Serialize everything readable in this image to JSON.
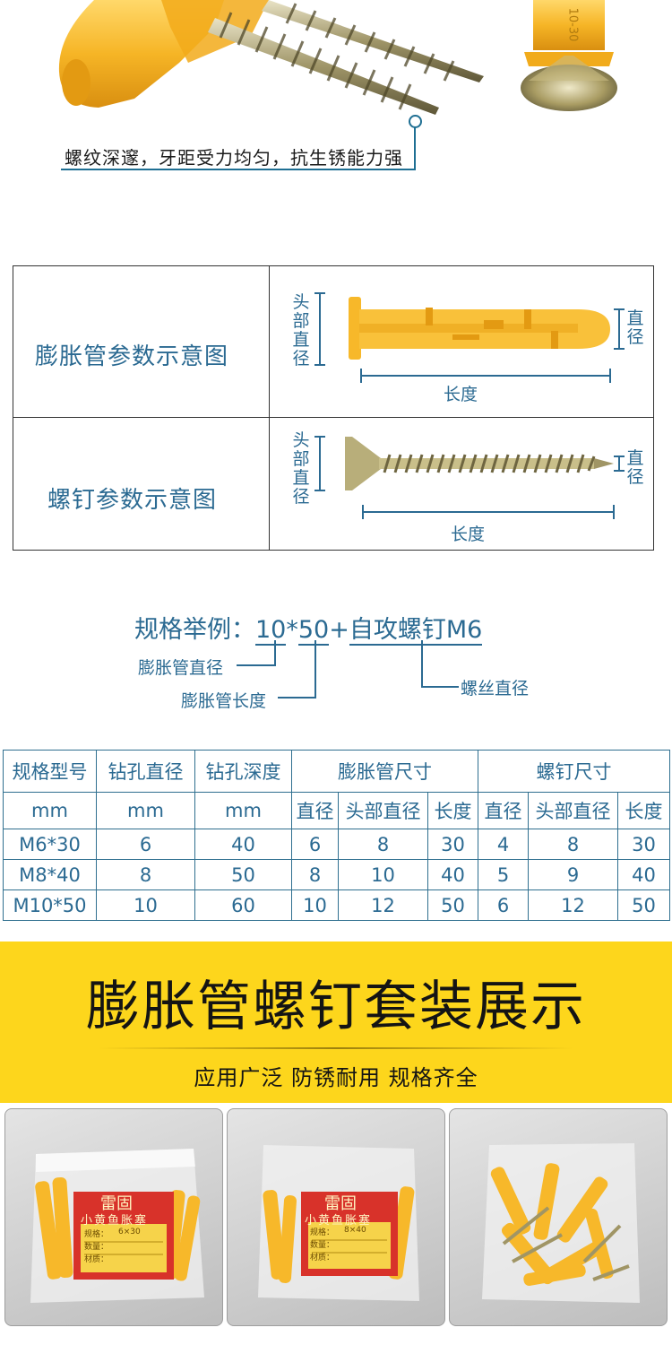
{
  "hero": {
    "caption": "螺纹深邃，牙距受力均匀，抗生锈能力强",
    "screw_head_stamp": "10-30"
  },
  "param_diagram": {
    "rows": [
      {
        "label": "膨胀管参数示意图",
        "head_diameter": "头部直径",
        "diameter": "直径",
        "length": "长度"
      },
      {
        "label": "螺钉参数示意图",
        "head_diameter": "头部直径",
        "diameter": "直径",
        "length": "长度"
      }
    ]
  },
  "spec_example": {
    "prefix": "规格举例：",
    "diameter_value": "10",
    "times": "*",
    "length_value": "50",
    "plus": "+",
    "screw": "自攻螺钉M6",
    "note_diameter": "膨胀管直径",
    "note_length": "膨胀管长度",
    "note_thread": "螺丝直径"
  },
  "spec_table": {
    "headers": {
      "model": "规格型号",
      "drill_diameter": "钻孔直径",
      "drill_depth": "钻孔深度",
      "anchor_size": "膨胀管尺寸",
      "screw_size": "螺钉尺寸",
      "unit": "mm",
      "sub": [
        "直径",
        "头部直径",
        "长度",
        "直径",
        "头部直径",
        "长度"
      ]
    },
    "rows": [
      [
        "M6*30",
        "6",
        "40",
        "6",
        "8",
        "30",
        "4",
        "8",
        "30"
      ],
      [
        "M8*40",
        "8",
        "50",
        "8",
        "10",
        "40",
        "5",
        "9",
        "40"
      ],
      [
        "M10*50",
        "10",
        "60",
        "10",
        "12",
        "50",
        "6",
        "12",
        "50"
      ]
    ]
  },
  "banner": {
    "title": "膨胀管螺钉套装展示",
    "subtitle": "应用广泛 防锈耐用 规格齐全"
  },
  "packages": {
    "brand": "雷固",
    "product": "小黄鱼胀塞",
    "field_spec": "规格：",
    "field_qty": "数量：",
    "field_material": "材质：",
    "spec_values": [
      "6×30",
      "8×40"
    ]
  },
  "colors": {
    "text_blue": "#2b6a92",
    "banner_yellow": "#fdd61c",
    "anchor_yellow": "#f7b82a",
    "label_red": "#d8322a"
  }
}
